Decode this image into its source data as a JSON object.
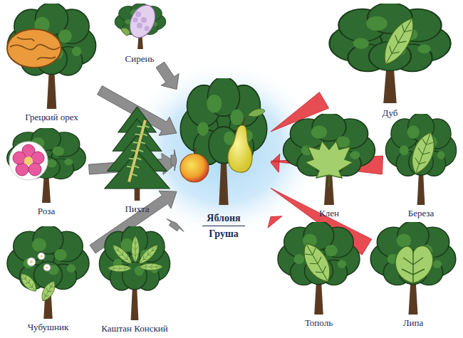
{
  "diagram": {
    "nodes": [
      {
        "text": [
          "Грецкий орех"
        ]
      },
      {
        "text": [
          "Сирень"
        ]
      },
      {
        "text": [
          "Роза"
        ]
      },
      {
        "text": [
          "Пихта"
        ]
      },
      {
        "text": [
          "Чубушник"
        ]
      },
      {
        "text": [
          "Каштан Конский"
        ]
      },
      {
        "text": [
          "Яблоня",
          "Груша"
        ]
      },
      {
        "text": [
          "Дуб"
        ]
      },
      {
        "text": [
          "Клен"
        ]
      },
      {
        "text": [
          "Береза"
        ]
      },
      {
        "text": [
          "Тополь"
        ]
      },
      {
        "text": [
          "Липа"
        ]
      }
    ],
    "edges": [
      {
        "from": 0,
        "to": 6,
        "arrow": "to"
      },
      {
        "from": 1,
        "to": 6,
        "arrow": "to"
      },
      {
        "from": 2,
        "to": 6,
        "arrow": "to"
      },
      {
        "from": 3,
        "to": 6,
        "arrow": "to"
      },
      {
        "from": 4,
        "to": 6,
        "arrow": "to"
      },
      {
        "from": 5,
        "to": 6,
        "arrow": "to"
      },
      {
        "from": 7,
        "to": 6,
        "arrow": "to"
      },
      {
        "from": 8,
        "to": 6,
        "arrow": "to"
      },
      {
        "from": 9,
        "to": 6,
        "arrow": "to"
      },
      {
        "from": 10,
        "to": 6,
        "arrow": "to"
      },
      {
        "from": 11,
        "to": 6,
        "arrow": "to"
      }
    ]
  }
}
